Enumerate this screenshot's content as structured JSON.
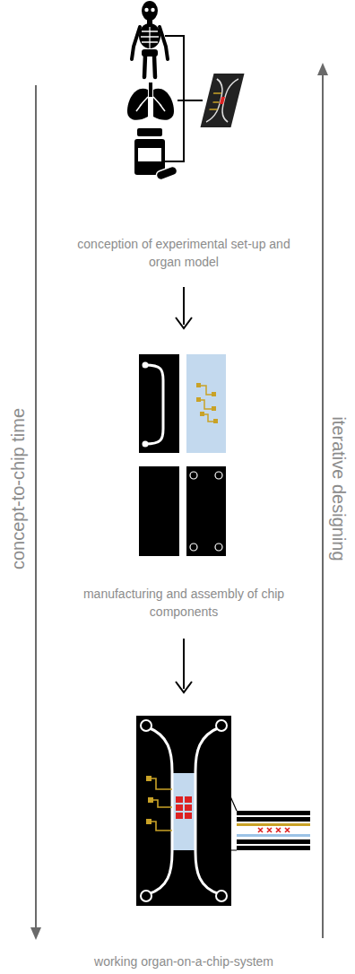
{
  "diagram": {
    "labels": [
      "conception of experimental set-up and organ model",
      "manufacturing and assembly of chip components",
      "working organ-on-a-chip-system",
      "concept-to-chip time",
      "iterative designing"
    ]
  }
}
